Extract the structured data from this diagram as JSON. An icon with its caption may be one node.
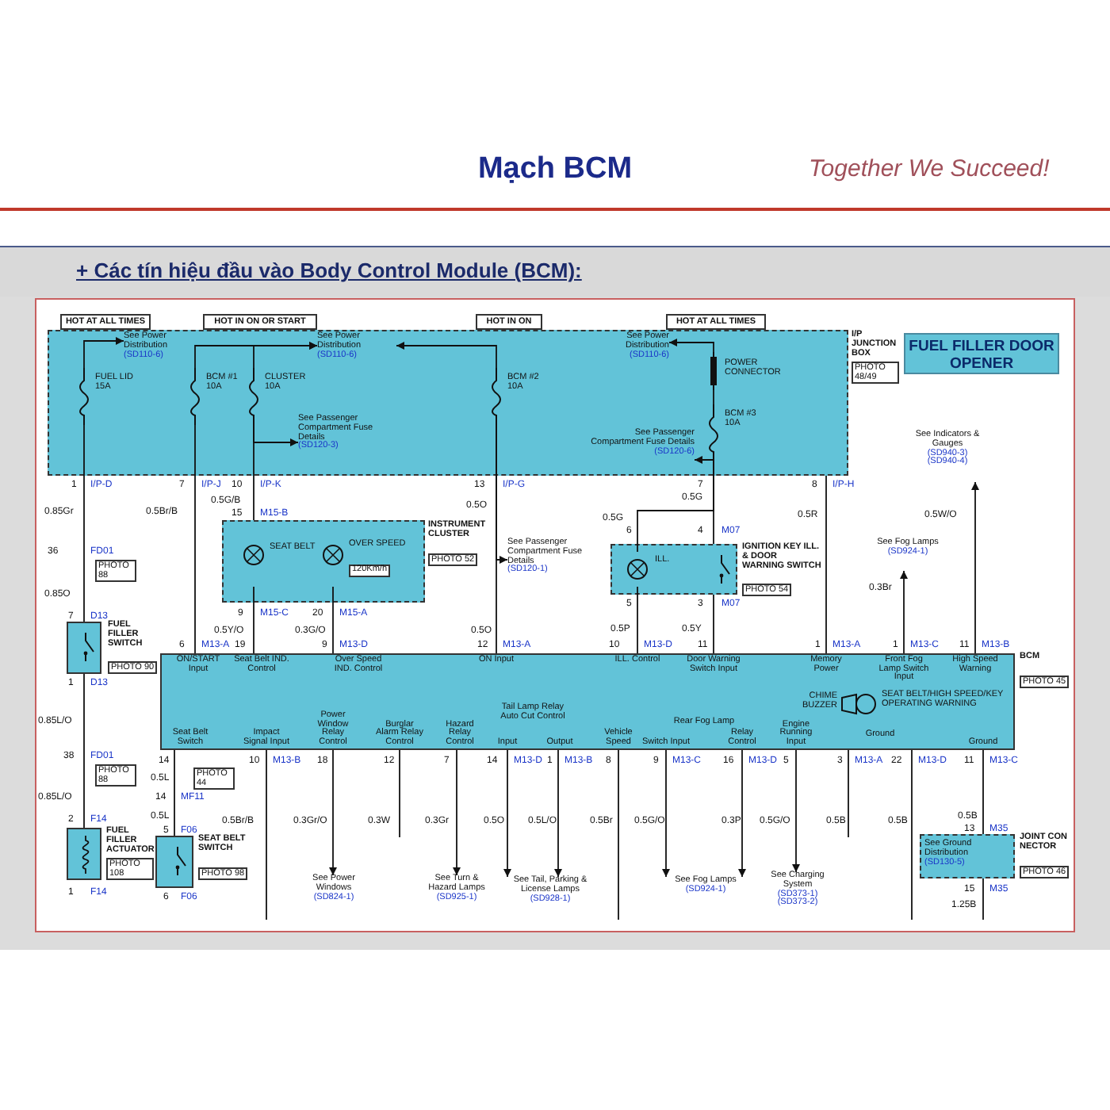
{
  "diagram": {
    "title": "Mạch BCM",
    "nodes": [
      {
        "text": [
          "HOT AT ALL TIMES"
        ]
      },
      {
        "text": [
          "HOT IN ON OR START"
        ]
      },
      {
        "text": [
          "HOT IN ON"
        ]
      },
      {
        "text": [
          "HOT AT ALL TIMES"
        ]
      },
      {
        "text": [
          "I/P JUNCTION BOX",
          "PHOTO 48/49"
        ]
      },
      {
        "text": [
          "FUEL LID 15A"
        ],
        "in": 4
      },
      {
        "text": [
          "BCM #1 10A"
        ],
        "in": 4
      },
      {
        "text": [
          "CLUSTER 10A"
        ],
        "in": 4
      },
      {
        "text": [
          "BCM #2 10A"
        ],
        "in": 4
      },
      {
        "text": [
          "POWER CONNECTOR"
        ],
        "in": 4
      },
      {
        "text": [
          "BCM #3 10A"
        ],
        "in": 4
      },
      {
        "text": [
          "See Power Distribution",
          "(SD110-6)"
        ],
        "in": 4
      },
      {
        "text": [
          "See Power Distribution",
          "(SD110-6)"
        ],
        "in": 4
      },
      {
        "text": [
          "See Passenger Compartment Fuse Details",
          "(SD120-3)"
        ],
        "in": 4
      },
      {
        "text": [
          "See Power Distribution",
          "(SD110-6)"
        ],
        "in": 4
      },
      {
        "text": [
          "See Passenger Compartment Fuse Details",
          "(SD120-6)"
        ],
        "in": 4
      },
      {
        "text": [
          "FUEL FILLER DOOR OPENER"
        ]
      },
      {
        "text": [
          "INSTRUMENT CLUSTER",
          "PHOTO 52"
        ]
      },
      {
        "text": [
          "SEAT BELT"
        ],
        "in": 17
      },
      {
        "text": [
          "OVER SPEED",
          "120Km/h"
        ],
        "in": 17
      },
      {
        "text": [
          "See Passenger Compartment Fuse Details",
          "(SD120-1)"
        ]
      },
      {
        "text": [
          "IGNITION KEY ILL. & DOOR WARNING SWITCH",
          "PHOTO 54"
        ]
      },
      {
        "text": [
          "ILL."
        ],
        "in": 21
      },
      {
        "text": [
          "See Fog Lamps",
          "(SD924-1)"
        ]
      },
      {
        "text": [
          "See Indicators & Gauges",
          "(SD940-3)",
          "(SD940-4)"
        ]
      },
      {
        "text": [
          "FUEL FILLER SWITCH",
          "PHOTO 90"
        ]
      },
      {
        "text": [
          "BCM",
          "PHOTO 45"
        ]
      },
      {
        "text": [
          "CHIME BUZZER",
          "SEAT BELT/HIGH SPEED/KEY OPERATING WARNING"
        ],
        "in": 26
      },
      {
        "text": [
          "FUEL FILLER ACTUATOR",
          "PHOTO 108"
        ]
      },
      {
        "text": [
          "SEAT BELT SWITCH",
          "PHOTO 98"
        ]
      },
      {
        "text": [
          "See Power Windows",
          "(SD824-1)"
        ]
      },
      {
        "text": [
          "See Turn & Hazard Lamps",
          "(SD925-1)"
        ]
      },
      {
        "text": [
          "See Tail, Parking & License Lamps",
          "(SD928-1)"
        ]
      },
      {
        "text": [
          "See Fog Lamps",
          "(SD924-1)"
        ]
      },
      {
        "text": [
          "See Charging System",
          "(SD373-1)",
          "(SD373-2)"
        ]
      },
      {
        "text": [
          "JOINT CON NECTOR",
          "PHOTO 46"
        ]
      },
      {
        "text": [
          "See Ground Distribution",
          "(SD130-5)"
        ],
        "in": 35
      }
    ],
    "edges": [
      {
        "from": 5,
        "to": 25,
        "arrow": "none"
      },
      {
        "from": 5,
        "to": 11,
        "arrow": "to"
      },
      {
        "from": 6,
        "to": 12,
        "arrow": "to"
      },
      {
        "from": 7,
        "to": 12,
        "arrow": "to"
      },
      {
        "from": 8,
        "to": 12,
        "arrow": "to"
      },
      {
        "from": 6,
        "to": 26,
        "arrow": "none"
      },
      {
        "from": 7,
        "to": 17,
        "arrow": "none"
      },
      {
        "from": 7,
        "to": 13,
        "arrow": "to"
      },
      {
        "from": 8,
        "to": 26,
        "arrow": "none"
      },
      {
        "from": 8,
        "to": 20,
        "arrow": "to"
      },
      {
        "from": 9,
        "to": 14,
        "arrow": "to"
      },
      {
        "from": 9,
        "to": 10,
        "arrow": "none"
      },
      {
        "from": 10,
        "to": 15,
        "arrow": "to"
      },
      {
        "from": 10,
        "to": 21,
        "arrow": "none"
      },
      {
        "from": 10,
        "to": 22,
        "arrow": "none"
      },
      {
        "from": 22,
        "to": 26,
        "arrow": "none"
      },
      {
        "from": 21,
        "to": 26,
        "arrow": "none"
      },
      {
        "from": 4,
        "to": 26,
        "arrow": "none"
      },
      {
        "from": 26,
        "to": 23,
        "arrow": "to"
      },
      {
        "from": 26,
        "to": 24,
        "arrow": "to"
      },
      {
        "from": 18,
        "to": 26,
        "arrow": "none"
      },
      {
        "from": 19,
        "to": 26,
        "arrow": "none"
      },
      {
        "from": 25,
        "to": 28,
        "arrow": "none"
      },
      {
        "from": 26,
        "to": 29,
        "arrow": "none"
      },
      {
        "from": 26,
        "to": null,
        "arrow": "none"
      },
      {
        "from": 26,
        "to": 30,
        "arrow": "to"
      },
      {
        "from": 26,
        "to": null,
        "arrow": "none"
      },
      {
        "from": 26,
        "to": 31,
        "arrow": "to"
      },
      {
        "from": 26,
        "to": 32,
        "arrow": "to"
      },
      {
        "from": 26,
        "to": 32,
        "arrow": "to"
      },
      {
        "from": 26,
        "to": null,
        "arrow": "none"
      },
      {
        "from": 26,
        "to": 33,
        "arrow": "to"
      },
      {
        "from": 26,
        "to": 33,
        "arrow": "to"
      },
      {
        "from": 26,
        "to": 34,
        "arrow": "to"
      },
      {
        "from": 26,
        "to": null,
        "arrow": "none"
      },
      {
        "from": 26,
        "to": null,
        "arrow": "none"
      },
      {
        "from": 26,
        "to": 35,
        "arrow": "none"
      },
      {
        "from": 35,
        "to": null,
        "arrow": "none"
      }
    ],
    "labels": [
      "Together We Succeed!",
      "+ Các tín hiệu đầu vào Body Control Module (BCM):",
      "1",
      "I/P-D",
      "7",
      "I/P-J",
      "10",
      "I/P-K",
      "13",
      "I/P-G",
      "7",
      "8",
      "I/P-H",
      "0.85Gr",
      "0.5Br/B",
      "0.5G/B",
      "15",
      "M15-B",
      "0.5O",
      "0.5G",
      "0.5G",
      "0.5R",
      "0.5W/O",
      "6",
      "4",
      "M07",
      "36",
      "FD01",
      "PHOTO 88",
      "0.85O",
      "0.3Br",
      "5",
      "3",
      "M07",
      "7",
      "D13",
      "9",
      "M15-C",
      "20",
      "M15-A",
      "0.5Y/O",
      "0.3G/O",
      "0.5O",
      "0.5P",
      "0.5Y",
      "6",
      "M13-A",
      "19",
      "9",
      "M13-D",
      "12",
      "M13-A",
      "10",
      "M13-D",
      "11",
      "1",
      "M13-A",
      "1",
      "M13-C",
      "11",
      "M13-B",
      "ON/START Input",
      "Seat Belt IND. Control",
      "Over Speed IND. Control",
      "ON Input",
      "ILL. Control",
      "Door Warning Switch Input",
      "Memory Power",
      "Front Fog Lamp Switch Input",
      "High Speed Warning",
      "Seat Belt Switch",
      "Impact Signal Input",
      "Power Window Relay Control",
      "Burglar Alarm Relay Control",
      "Hazard Relay Control",
      "Tail Lamp Relay Auto Cut Control",
      "Input",
      "Output",
      "Vehicle Speed",
      "Rear Fog Lamp",
      "Switch Input",
      "Relay Control",
      "Engine Running Input",
      "Ground",
      "Ground",
      "1",
      "D13",
      "0.85L/O",
      "38",
      "FD01",
      "PHOTO 88",
      "0.85L/O",
      "2",
      "F14",
      "1",
      "F14",
      "14",
      "10",
      "M13-B",
      "18",
      "12",
      "7",
      "14",
      "M13-D",
      "1",
      "M13-B",
      "8",
      "9",
      "M13-C",
      "16",
      "M13-D",
      "5",
      "3",
      "M13-A",
      "22",
      "M13-D",
      "11",
      "M13-C",
      "0.5L",
      "PHOTO 44",
      "14",
      "MF11",
      "0.5L",
      "0.5Br/B",
      "0.3Gr/O",
      "0.3W",
      "0.3Gr",
      "0.5O",
      "0.5L/O",
      "0.5Br",
      "0.5G/O",
      "0.3P",
      "0.5G/O",
      "0.5B",
      "0.5B",
      "0.5B",
      "5",
      "F06",
      "13",
      "M35",
      "6",
      "F06",
      "15",
      "M35",
      "1.25B"
    ]
  }
}
